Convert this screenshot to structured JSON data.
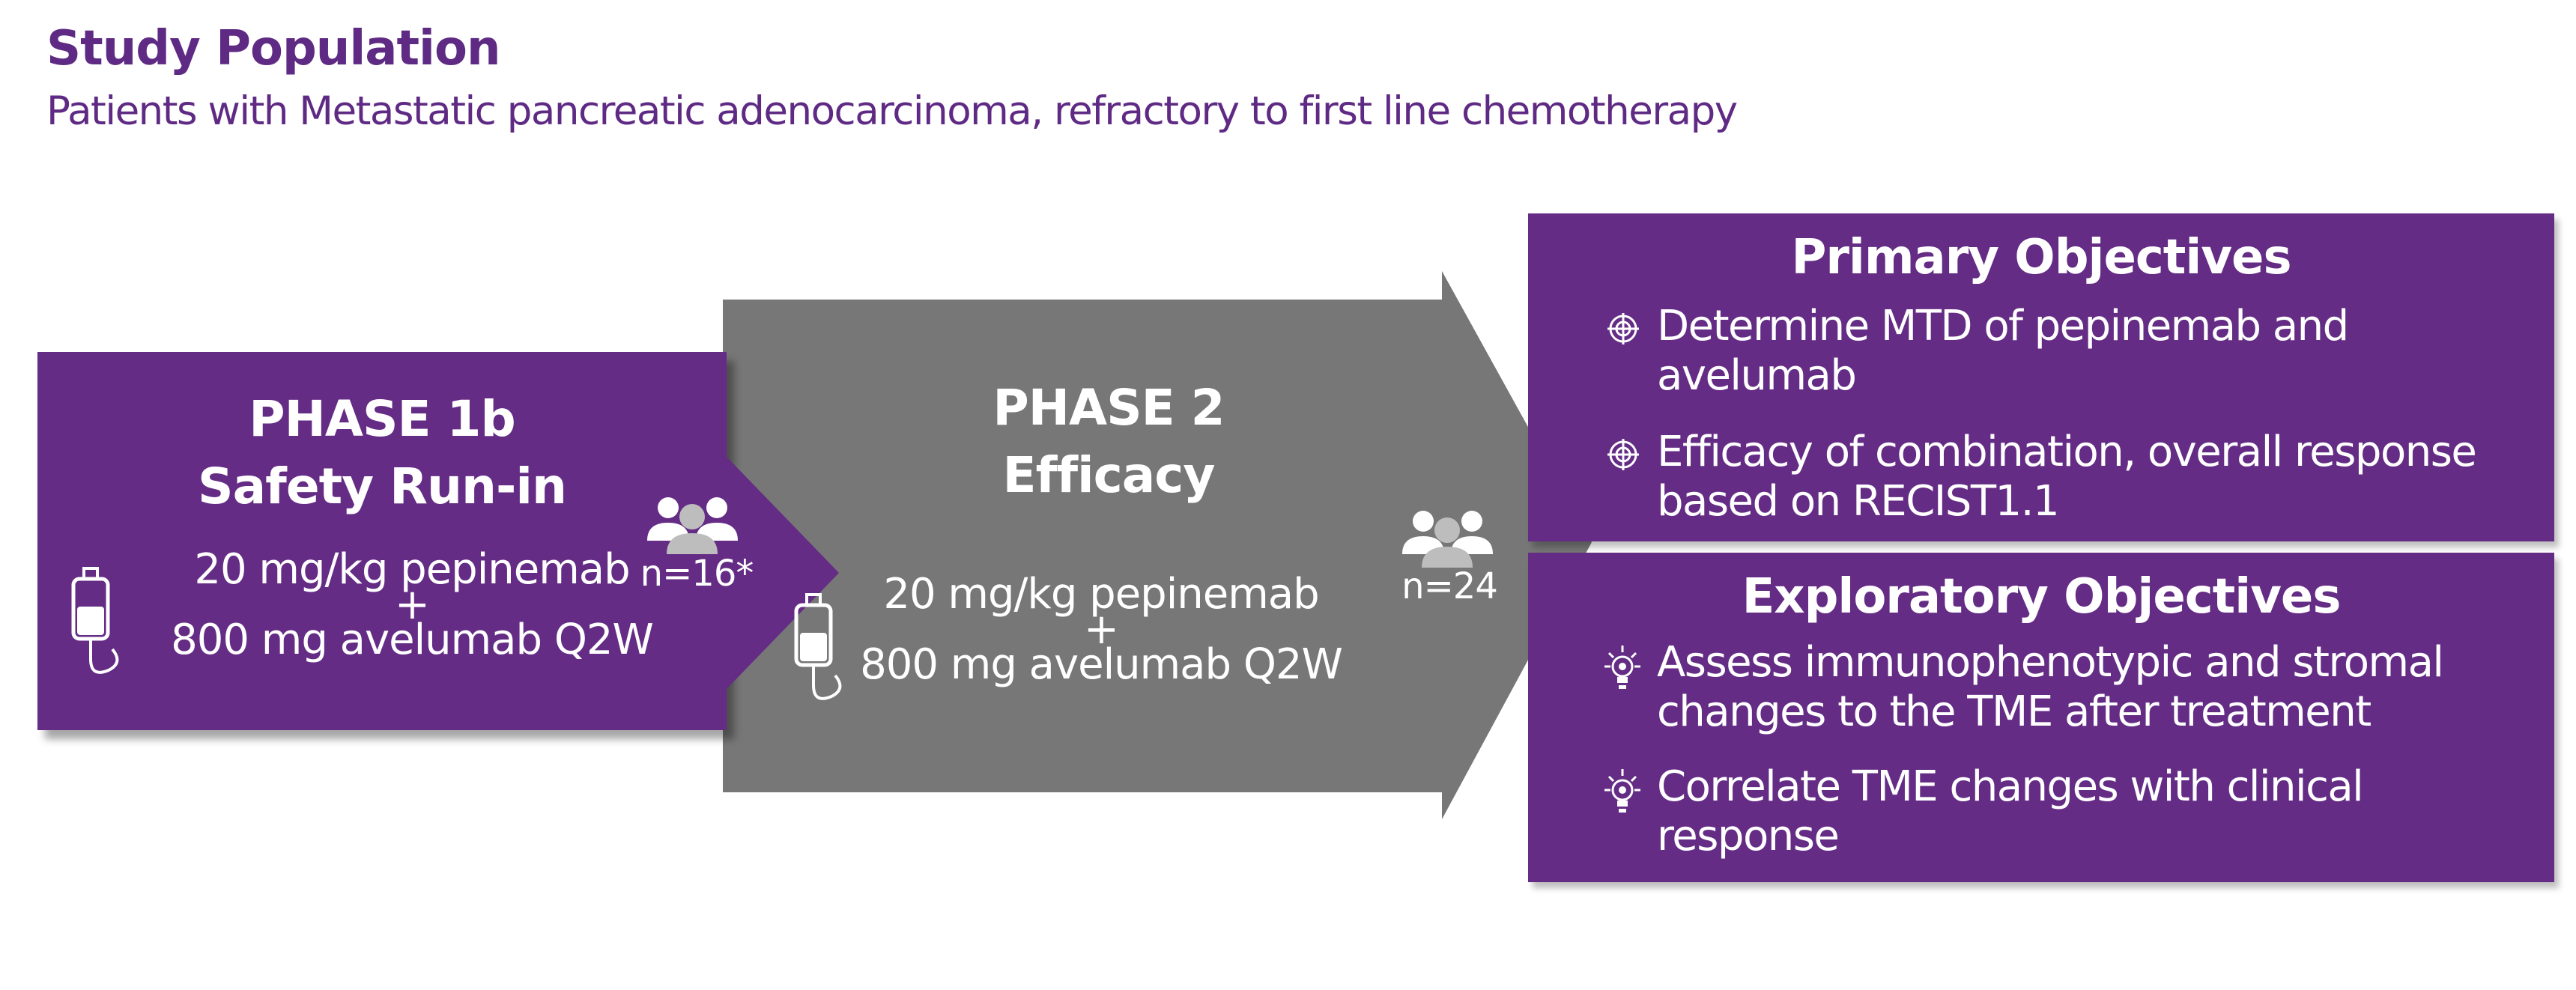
{
  "header": {
    "title": "Study Population",
    "subtitle": "Patients with Metastatic pancreatic adenocarcinoma, refractory to first line chemotherapy"
  },
  "phase1": {
    "title_line1": "PHASE 1b",
    "title_line2": "Safety Run-in",
    "dose_line1": "20 mg/kg pepinemab",
    "plus": "+",
    "dose_line2": "800 mg avelumab Q2W",
    "count": "n=16*"
  },
  "phase2": {
    "title_line1": "PHASE 2",
    "title_line2": "Efficacy",
    "dose_line1": "20 mg/kg pepinemab",
    "plus": "+",
    "dose_line2": "800 mg avelumab Q2W",
    "count": "n=24"
  },
  "primary": {
    "title": "Primary Objectives",
    "items": [
      "Determine MTD of pepinemab and avelumab",
      "Efficacy  of combination, overall response based on RECIST1.1"
    ]
  },
  "exploratory": {
    "title": "Exploratory  Objectives",
    "items": [
      "Assess immunophenotypic and stromal changes to the TME after treatment",
      "Correlate TME changes with clinical response"
    ]
  },
  "colors": {
    "purple": "#642c85",
    "gray": "#777777",
    "title_purple": "#5f2a84",
    "white": "#ffffff"
  },
  "icons": [
    "iv-bag-icon",
    "people-group-icon",
    "target-icon",
    "lightbulb-icon"
  ]
}
